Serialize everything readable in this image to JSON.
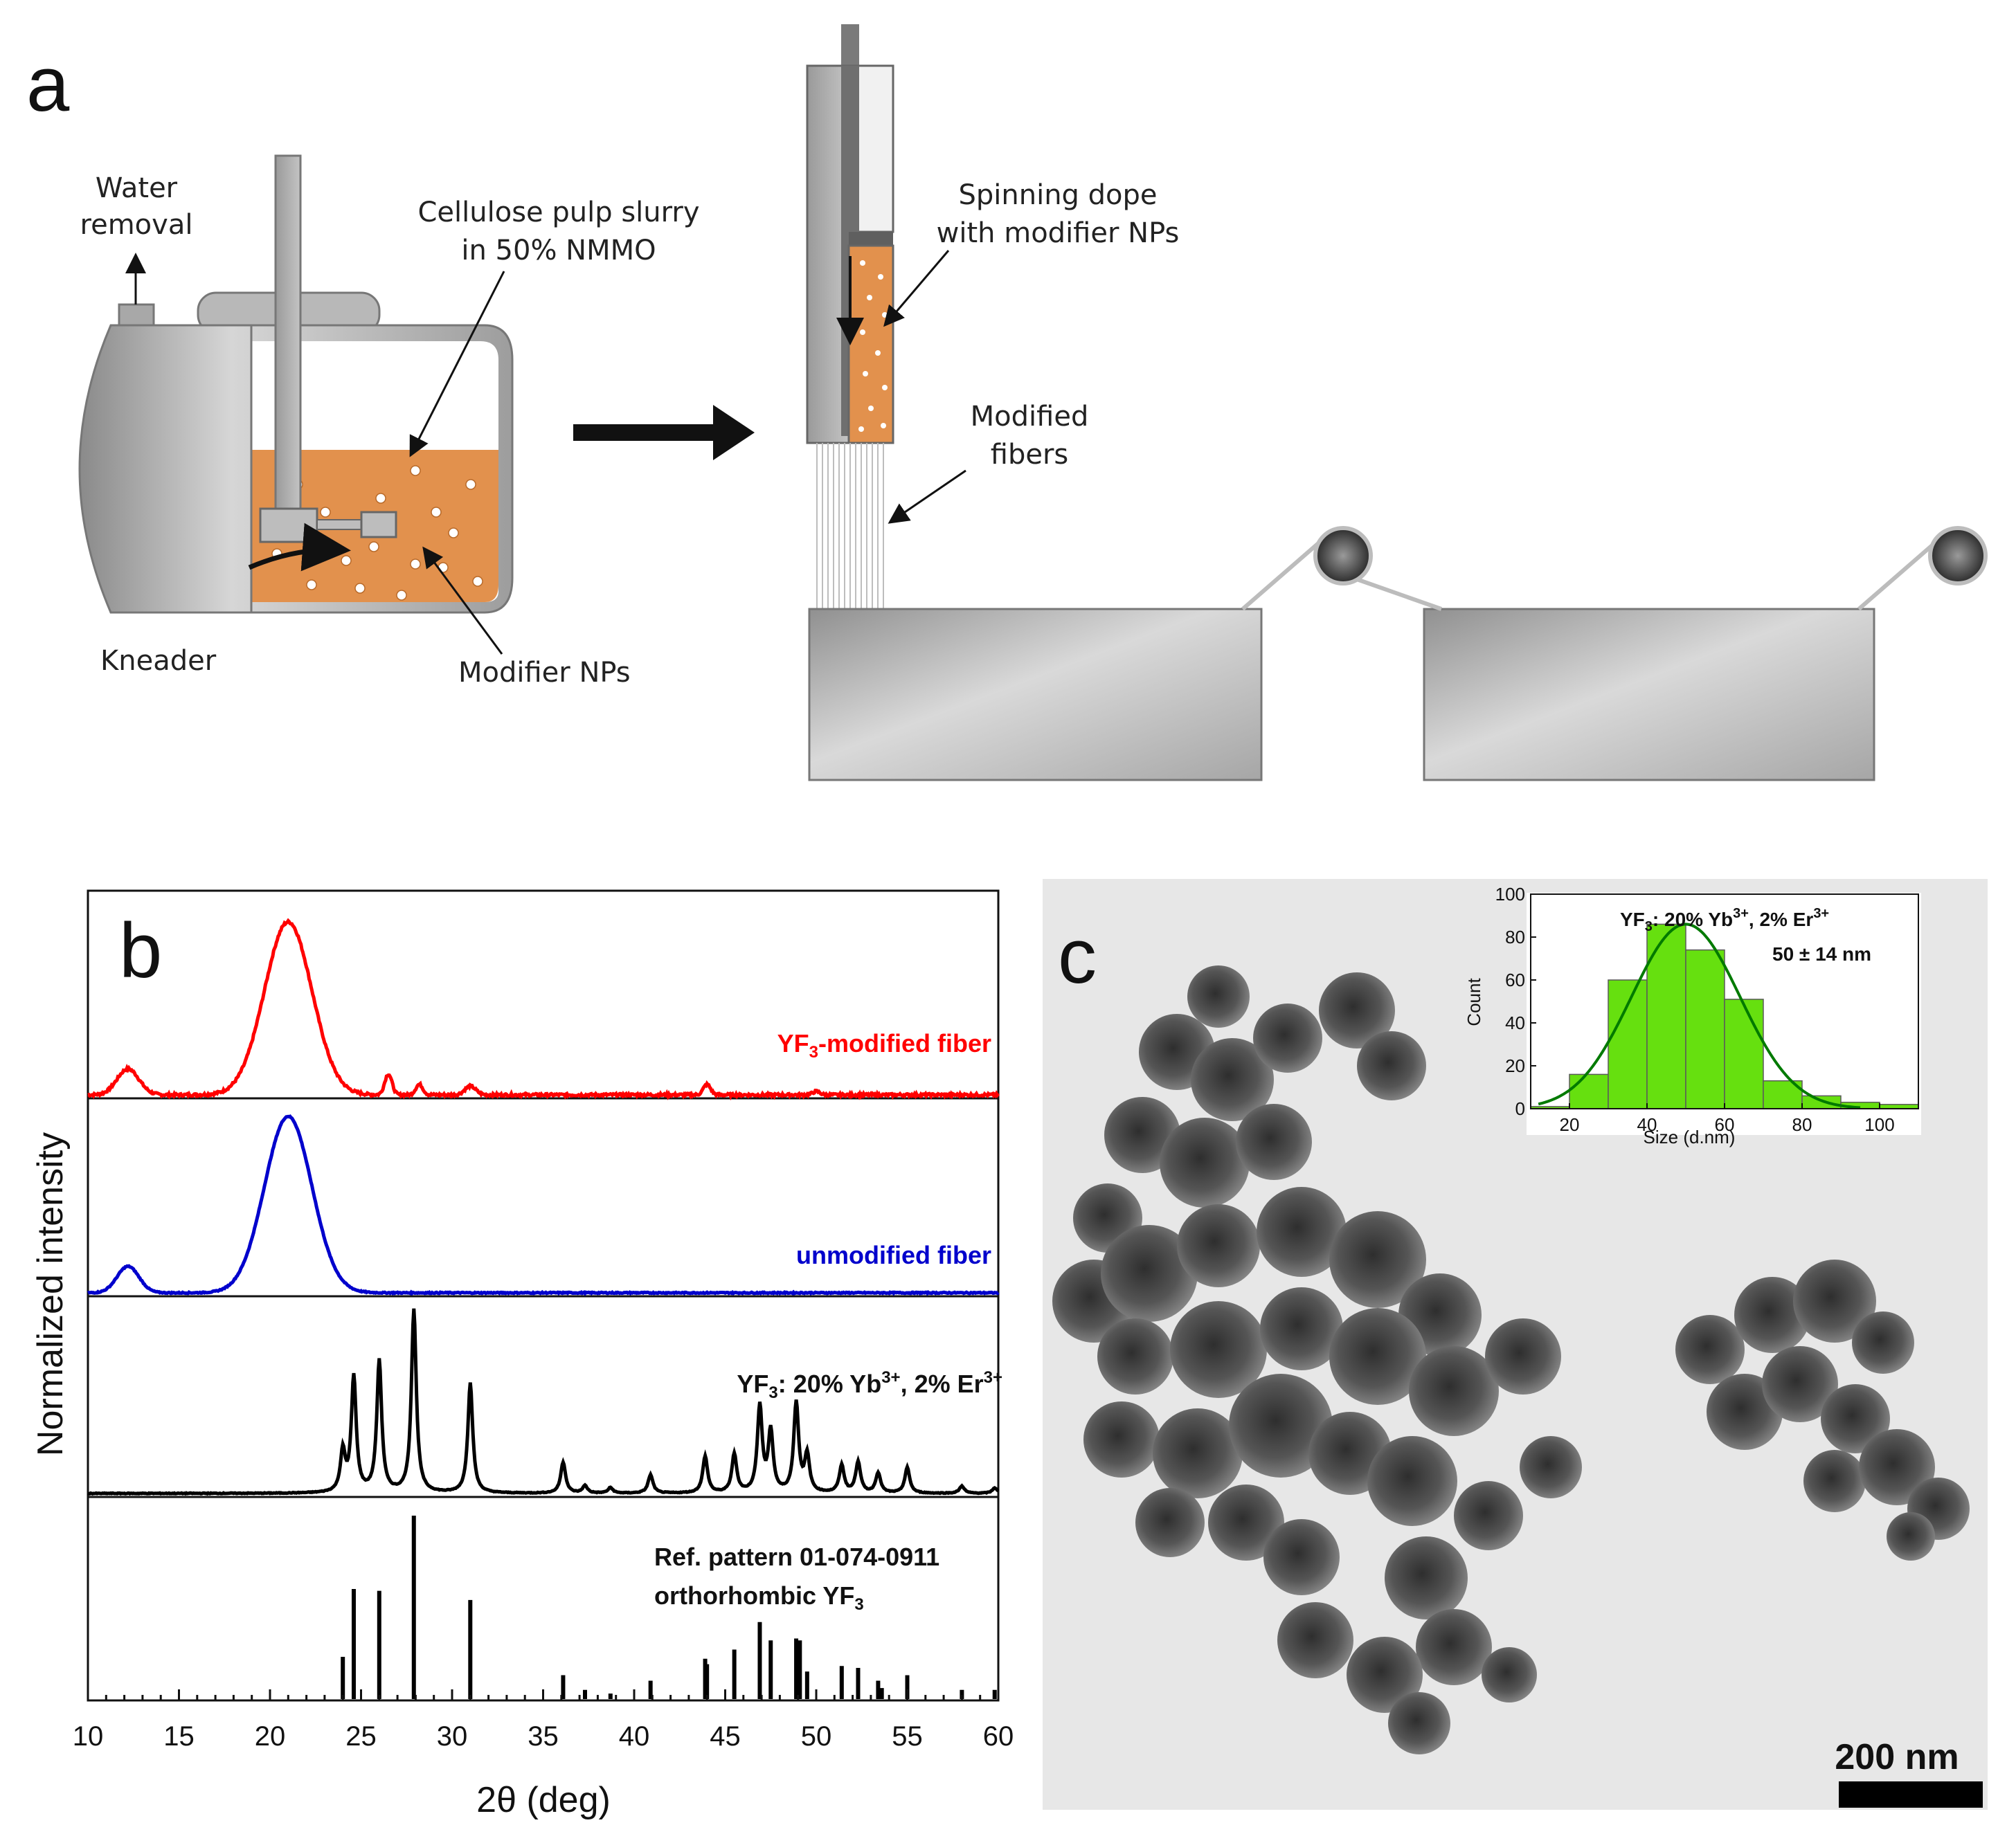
{
  "panel_a": {
    "letter": "a",
    "label_water": [
      "Water",
      "removal"
    ],
    "label_slurry": [
      "Cellulose pulp slurry",
      "in 50% NMMO"
    ],
    "label_kneader": "Kneader",
    "label_nps": "Modifier NPs",
    "label_dope": [
      "Spinning dope",
      "with modifier NPs"
    ],
    "label_fibers": [
      "Modified",
      "fibers"
    ]
  },
  "panel_b": {
    "letter": "b",
    "traces": {
      "yf3_fiber": {
        "name": "YF",
        "sub": "3",
        "suffix": "-modified fiber",
        "color": "#ff0000"
      },
      "unmod": {
        "name": "unmodified fiber",
        "color": "#0000cc"
      },
      "powder": {
        "name": "YF",
        "sub": "3",
        "mid": ": 20% Yb",
        "sup1": "3+",
        "mid2": ", 2% Er",
        "sup2": "3+",
        "color": "#000000"
      },
      "ref": {
        "line1": "Ref. pattern 01-074-0911",
        "line2a": "orthorhombic YF",
        "line2sub": "3"
      }
    }
  },
  "panel_c": {
    "letter": "c",
    "scale_bar": "200 nm",
    "inset": {
      "title_main": "YF",
      "title_sub": "3",
      "title_mid": ": 20% Yb",
      "title_sup1": "3+",
      "title_mid2": ", 2% Er",
      "title_sup2": "3+",
      "stat": "50 ± 14 nm"
    }
  },
  "chart_data": [
    {
      "type": "line",
      "xlabel": "2θ (deg)",
      "ylabel": "Normalized intensity",
      "xlim": [
        10,
        60
      ],
      "xticks": [
        10,
        15,
        20,
        25,
        30,
        35,
        40,
        45,
        50,
        55,
        60
      ],
      "peaks": {
        "fiber_gauss": [
          [
            12.2,
            0.15,
            0.6
          ],
          [
            21.0,
            1.0,
            1.3
          ]
        ],
        "yf3_extra": [
          [
            26.5,
            0.12,
            0.2
          ],
          [
            28.2,
            0.06,
            0.2
          ],
          [
            31.0,
            0.05,
            0.3
          ],
          [
            44.0,
            0.06,
            0.2
          ],
          [
            50.0,
            0.02,
            0.2
          ]
        ],
        "powder": [
          [
            24.0,
            0.22
          ],
          [
            24.6,
            0.63
          ],
          [
            26.0,
            0.72
          ],
          [
            27.9,
            1.0
          ],
          [
            31.0,
            0.6
          ],
          [
            36.1,
            0.17
          ],
          [
            37.3,
            0.04
          ],
          [
            38.7,
            0.03
          ],
          [
            40.9,
            0.1
          ],
          [
            43.9,
            0.2
          ],
          [
            45.5,
            0.21
          ],
          [
            46.9,
            0.47
          ],
          [
            47.5,
            0.33
          ],
          [
            48.9,
            0.49
          ],
          [
            49.5,
            0.2
          ],
          [
            51.4,
            0.15
          ],
          [
            52.3,
            0.17
          ],
          [
            53.4,
            0.11
          ],
          [
            55.0,
            0.14
          ],
          [
            58.0,
            0.04
          ],
          [
            59.8,
            0.03
          ]
        ],
        "reference": [
          [
            24.0,
            0.23
          ],
          [
            24.6,
            0.6
          ],
          [
            26.0,
            0.59
          ],
          [
            27.9,
            1.0
          ],
          [
            31.0,
            0.54
          ],
          [
            36.1,
            0.13
          ],
          [
            37.3,
            0.05
          ],
          [
            38.7,
            0.03
          ],
          [
            40.9,
            0.1
          ],
          [
            43.9,
            0.22
          ],
          [
            44.0,
            0.19
          ],
          [
            45.5,
            0.27
          ],
          [
            46.9,
            0.42
          ],
          [
            47.5,
            0.32
          ],
          [
            48.9,
            0.33
          ],
          [
            49.1,
            0.32
          ],
          [
            49.5,
            0.15
          ],
          [
            51.4,
            0.18
          ],
          [
            52.3,
            0.17
          ],
          [
            53.4,
            0.1
          ],
          [
            53.6,
            0.06
          ],
          [
            55.0,
            0.13
          ],
          [
            58.0,
            0.05
          ],
          [
            59.8,
            0.05
          ]
        ]
      }
    },
    {
      "type": "bar",
      "xlabel": "Size (d.nm)",
      "ylabel": "Count",
      "xlim": [
        10,
        110
      ],
      "ylim": [
        0,
        100
      ],
      "xticks": [
        20,
        40,
        60,
        80,
        100
      ],
      "yticks": [
        0,
        20,
        40,
        60,
        80,
        100
      ],
      "bins": [
        [
          10,
          20,
          1
        ],
        [
          20,
          30,
          16
        ],
        [
          30,
          40,
          60
        ],
        [
          40,
          50,
          86
        ],
        [
          50,
          60,
          74
        ],
        [
          60,
          70,
          51
        ],
        [
          70,
          80,
          13
        ],
        [
          80,
          90,
          6
        ],
        [
          90,
          100,
          3
        ],
        [
          100,
          110,
          2
        ]
      ],
      "fit": {
        "mean": 50,
        "sd": 14,
        "peak": 86
      }
    }
  ]
}
